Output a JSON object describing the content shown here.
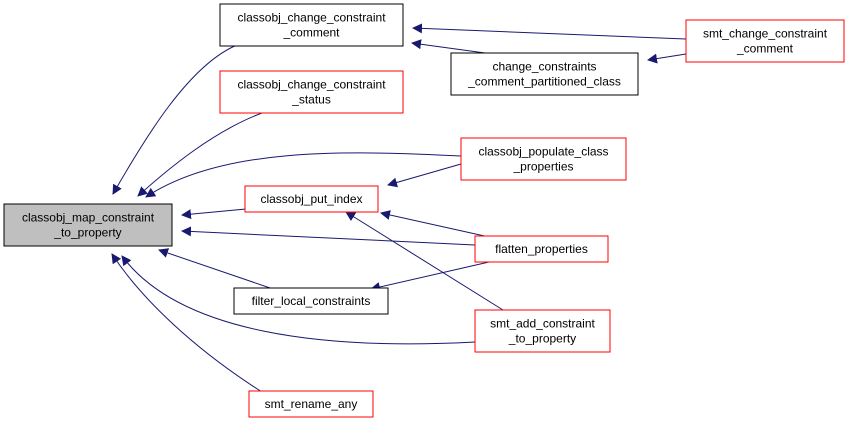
{
  "colors": {
    "edge": "#191970",
    "root_fill": "#bfbfbf",
    "root_stroke": "#000000",
    "black_stroke": "#000000",
    "red_stroke": "#ff0000",
    "node_fill": "#ffffff"
  },
  "nodes": [
    {
      "id": "root",
      "lines": [
        "classobj_map_constraint",
        "_to_property"
      ],
      "style": "root"
    },
    {
      "id": "change_comment",
      "lines": [
        "classobj_change_constraint",
        "_comment"
      ],
      "style": "black"
    },
    {
      "id": "change_status",
      "lines": [
        "classobj_change_constraint",
        "_status"
      ],
      "style": "red"
    },
    {
      "id": "put_index",
      "lines": [
        "classobj_put_index"
      ],
      "style": "red"
    },
    {
      "id": "filter_local",
      "lines": [
        "filter_local_constraints"
      ],
      "style": "black"
    },
    {
      "id": "rename_any",
      "lines": [
        "smt_rename_any"
      ],
      "style": "red"
    },
    {
      "id": "change_partitioned",
      "lines": [
        "change_constraints",
        "_comment_partitioned_class"
      ],
      "style": "black"
    },
    {
      "id": "populate_class",
      "lines": [
        "classobj_populate_class",
        "_properties"
      ],
      "style": "red"
    },
    {
      "id": "flatten",
      "lines": [
        "flatten_properties"
      ],
      "style": "red"
    },
    {
      "id": "smt_add",
      "lines": [
        "smt_add_constraint",
        "_to_property"
      ],
      "style": "red"
    },
    {
      "id": "smt_change_comment",
      "lines": [
        "smt_change_constraint",
        "_comment"
      ],
      "style": "red"
    }
  ],
  "edges": [
    {
      "from": "change_comment",
      "to": "root"
    },
    {
      "from": "change_status",
      "to": "root"
    },
    {
      "from": "populate_class",
      "to": "root"
    },
    {
      "from": "put_index",
      "to": "root"
    },
    {
      "from": "flatten",
      "to": "root"
    },
    {
      "from": "filter_local",
      "to": "root"
    },
    {
      "from": "smt_add",
      "to": "root"
    },
    {
      "from": "rename_any",
      "to": "root"
    },
    {
      "from": "smt_change_comment",
      "to": "change_comment"
    },
    {
      "from": "change_partitioned",
      "to": "change_comment"
    },
    {
      "from": "smt_change_comment",
      "to": "change_partitioned"
    },
    {
      "from": "populate_class",
      "to": "put_index"
    },
    {
      "from": "flatten",
      "to": "put_index"
    },
    {
      "from": "smt_add",
      "to": "put_index"
    },
    {
      "from": "flatten",
      "to": "filter_local"
    }
  ]
}
